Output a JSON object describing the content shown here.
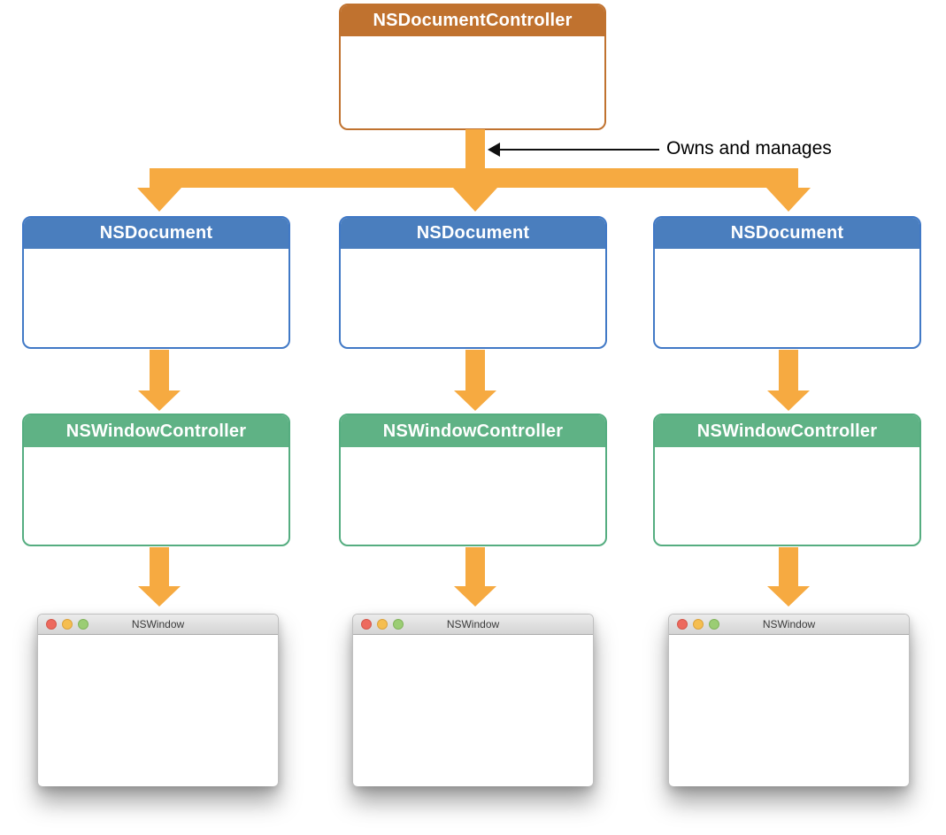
{
  "diagram": {
    "root": {
      "title": "NSDocumentController"
    },
    "annotation": {
      "label": "Owns and manages"
    },
    "columns": [
      {
        "document_title": "NSDocument",
        "controller_title": "NSWindowController",
        "window_title": "NSWindow"
      },
      {
        "document_title": "NSDocument",
        "controller_title": "NSWindowController",
        "window_title": "NSWindow"
      },
      {
        "document_title": "NSDocument",
        "controller_title": "NSWindowController",
        "window_title": "NSWindow"
      }
    ],
    "colors": {
      "root_header": "#C0722F",
      "document_header": "#4A7EBE",
      "controller_header": "#5FB285",
      "connector_arrow": "#F6AA41",
      "annotation_arrow": "#101010",
      "traffic_red": "#ED6A5E",
      "traffic_yellow": "#F5BE50",
      "traffic_green": "#9BCD74"
    }
  }
}
